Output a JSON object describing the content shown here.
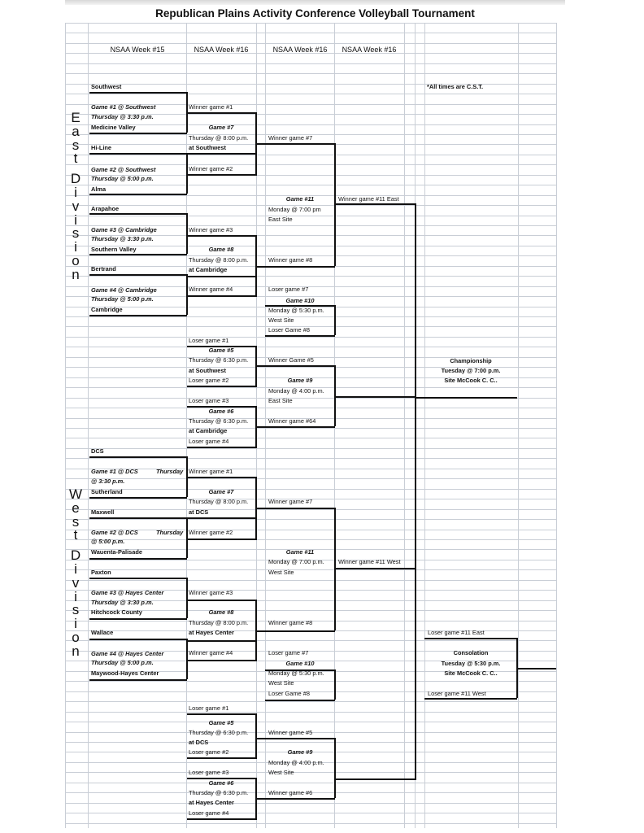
{
  "title": "Republican Plains Activity Conference Volleyball Tournament",
  "week_headers": [
    "NSAA Week #15",
    "NSAA Week #16",
    "NSAA Week #16",
    "NSAA Week #16"
  ],
  "times_note": "*All times are C.S.T.",
  "divisions": [
    {
      "name": "East Division",
      "letters": [
        "E",
        "a",
        "s",
        "t",
        "D",
        "i",
        "v",
        "i",
        "s",
        "i",
        "o",
        "n"
      ]
    },
    {
      "name": "West Division",
      "letters": [
        "W",
        "e",
        "s",
        "t",
        "D",
        "i",
        "v",
        "i",
        "s",
        "i",
        "o",
        "n"
      ]
    }
  ],
  "east": {
    "teams": [
      "Southwest",
      "Medicine Valley",
      "Hi-Line",
      "Alma",
      "Arapahoe",
      "Southern Valley",
      "Bertrand",
      "Cambridge"
    ],
    "games": [
      {
        "label": "Game #1 @ Southwest",
        "time": "Thursday @ 3:30 p.m."
      },
      {
        "label": "Game #2 @ Southwest",
        "time": "Thursday @ 5:00 p.m."
      },
      {
        "label": "Game #3  @ Cambridge",
        "time": " Thursday @ 3:30 p.m."
      },
      {
        "label": "Game #4  @ Cambridge",
        "time": "Thursday @ 5:00 p.m."
      }
    ],
    "round2": [
      {
        "top": "Winner game #1",
        "game": "Game #7",
        "time": "Thursday @ 8:00 p.m.",
        "site": "at Southwest",
        "bottom": "Winner game #2"
      },
      {
        "top": "Winner game #3",
        "game": "Game #8",
        "time": "Thursday @ 8:00 p.m.",
        "site": "at Cambridge",
        "bottom": "Winner game #4"
      }
    ],
    "consolation_first": [
      {
        "top": "Loser game #1",
        "game": "Game #5",
        "time": "Thursday @ 6:30 p.m.",
        "site": "at Southwest",
        "bottom": "Loser game #2"
      },
      {
        "top": "Loser game #3",
        "game": "Game #6",
        "time": "Thursday @ 6:30 p.m.",
        "site": "at Cambridge",
        "bottom": "Loser game #4"
      }
    ],
    "round3": {
      "top": "Winner game #7",
      "game": "Game #11",
      "time": "Monday @ 7:00 pm",
      "site": "East Site",
      "bottom": "Winner game #8"
    },
    "game10": {
      "top": "Loser game #7",
      "game": "Game #10",
      "time": "Monday @ 5:30 p.m.",
      "site": "West Site",
      "bottom": "Loser Game #8"
    },
    "game9": {
      "top": "Winner Game #5",
      "game": "Game #9",
      "time": "Monday @ 4:00 p.m.",
      "site": "East Site",
      "bottom": "Winner game #64"
    },
    "winner11": "Winner game #11 East"
  },
  "west": {
    "teams": [
      "DCS",
      "Sutherland",
      "Maxwell",
      "Wauenta-Palisade",
      "Paxton",
      "Hitchcock County",
      "Wallace",
      "Maywood-Hayes Center"
    ],
    "games": [
      {
        "label": "Game #1 @ DCS",
        "day": "Thursday",
        "time": "@ 3:30 p.m."
      },
      {
        "label": "Game #2 @ DCS",
        "day": "Thursday",
        "time": "@ 5:00 p.m."
      },
      {
        "label": "Game #3 @ Hayes Center",
        "time": "Thursday @ 3:30 p.m."
      },
      {
        "label": "Game #4 @ Hayes Center",
        "time": "Thursday @ 5:00 p.m."
      }
    ],
    "round2": [
      {
        "top": "Winner game #1",
        "game": "Game #7",
        "time": "Thursday @ 8:00 p.m.",
        "site": "at DCS",
        "bottom": "Winner game #2"
      },
      {
        "top": "Winner game #3",
        "game": "Game #8",
        "time": "Thursday @ 8:00 p.m.",
        "site": "at Hayes Center",
        "bottom": "Winner game #4"
      }
    ],
    "consolation_first": [
      {
        "top": "Loser game #1",
        "game": "Game #5",
        "time": "Thursday @ 6:30 p.m.",
        "site": "at DCS",
        "bottom": "Loser game #2"
      },
      {
        "top": "Loser game #3",
        "game": "Game #6",
        "time": "Thursday @ 6:30 p.m.",
        "site": "at Hayes Center",
        "bottom": "Loser game #4"
      }
    ],
    "round3": {
      "top": "Winner game #7",
      "game": "Game #11",
      "time": "Monday @ 7:00 p.m.",
      "site": "West Site",
      "bottom": "Winner game #8"
    },
    "game10": {
      "top": "Loser game #7",
      "game": "Game #10",
      "time": "Monday @ 5:30 p.m.",
      "site": "West Site",
      "bottom": "Loser Game #8"
    },
    "game9": {
      "top": "Winner game #5",
      "game": "Game #9",
      "time": "Monday @ 4:00 p.m.",
      "site": "West Site",
      "bottom": "Winner game #6"
    },
    "winner11": "Winner game #11 West"
  },
  "championship": {
    "label": "Championship",
    "time": "Tuesday @ 7:00 p.m.",
    "site": "Site McCook C. C.."
  },
  "consolation": {
    "top": "Loser game #11 East",
    "label": "Consolation",
    "time": "Tuesday @ 5:30 p.m.",
    "site": "Site McCook C. C..",
    "bottom": "Loser game #11 West"
  }
}
